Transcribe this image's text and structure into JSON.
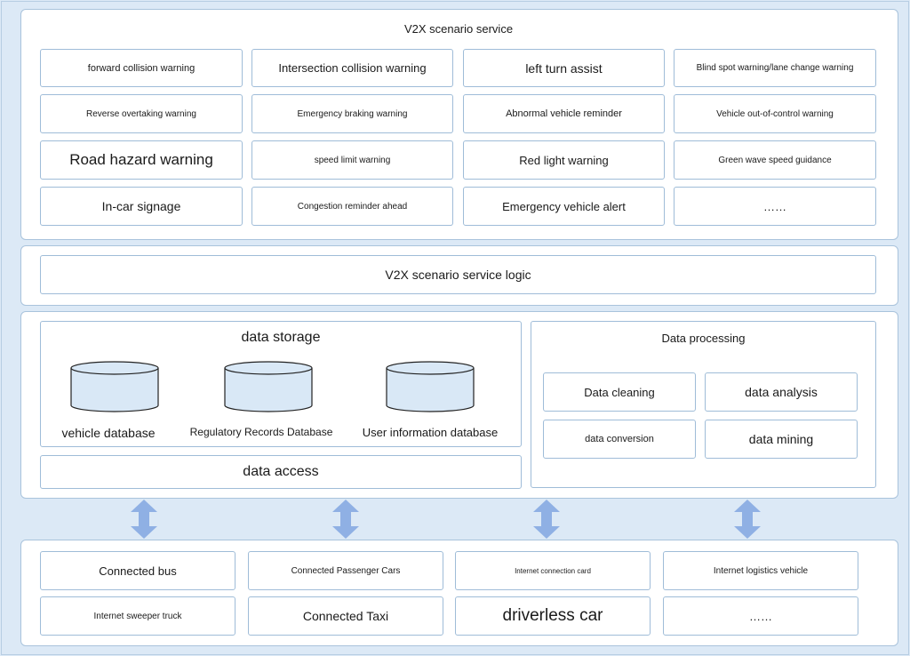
{
  "scenario_service": {
    "title": "V2X scenario service",
    "items": [
      "forward collision warning",
      "Intersection collision warning",
      "left turn assist",
      "Blind spot warning/lane change warning",
      "Reverse overtaking warning",
      "Emergency braking warning",
      "Abnormal vehicle reminder",
      "Vehicle out-of-control warning",
      "Road hazard warning",
      "speed limit warning",
      "Red light warning",
      "Green wave speed guidance",
      "In-car signage",
      "Congestion reminder ahead",
      "Emergency vehicle alert",
      "……"
    ]
  },
  "service_logic": {
    "label": "V2X scenario service logic"
  },
  "data_storage": {
    "title": "data storage",
    "databases": [
      "vehicle database",
      "Regulatory Records Database",
      "User information database"
    ],
    "access": "data access"
  },
  "data_processing": {
    "title": "Data processing",
    "items": [
      "Data cleaning",
      "data analysis",
      "data conversion",
      "data mining"
    ]
  },
  "vehicles": {
    "items": [
      "Connected bus",
      "Connected Passenger Cars",
      "Internet connection card",
      "Internet logistics vehicle",
      "Internet sweeper truck",
      "Connected Taxi",
      "driverless car",
      "……"
    ]
  },
  "colors": {
    "fill": "#dce9f6",
    "border": "#9fbcd8",
    "arrow": "#8fb0e4",
    "cylinder": "#d9e8f6"
  }
}
